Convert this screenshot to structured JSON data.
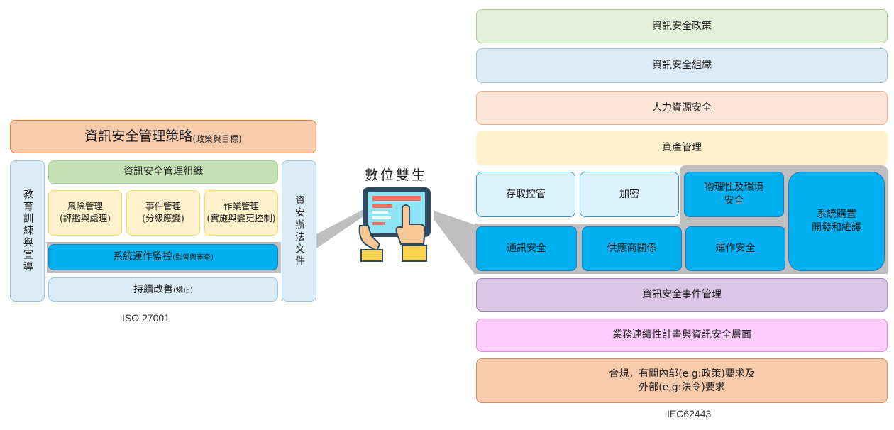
{
  "iso": {
    "strategy_main": "資訊安全管理策略",
    "strategy_sub": "(政策與目標)",
    "left_vertical": "教育訓練與宣導",
    "right_vertical": "資安辦法文件",
    "org": "資訊安全管理組織",
    "risk": "風險管理\n(評鑑與處理)",
    "event": "事件管理\n(分級應變)",
    "operation": "作業管理\n(實施與變更控制)",
    "monitor_main": "系統運作監控",
    "monitor_sub": "(監督與審查)",
    "improve_main": "持續改善",
    "improve_sub": "(矯正)",
    "caption": "ISO 27001"
  },
  "center": {
    "title": "數位雙生",
    "icon": "tablet-touch-icon"
  },
  "iec": {
    "policy": "資訊安全政策",
    "org": "資訊安全組織",
    "hr": "人力資源安全",
    "asset": "資產管理",
    "access": "存取控管",
    "crypto": "加密",
    "physical": "物理性及環境\n安全",
    "dev": "系統購置\n開發和維護",
    "comm": "通訊安全",
    "supplier": "供應商關係",
    "ops": "運作安全",
    "incident": "資訊安全事件管理",
    "bcp": "業務連續性計畫與資訊安全層面",
    "compliance": "合規，有關內部(e.g:政策)要求及\n外部(e,g:法令)要求",
    "caption": "IEC62443"
  }
}
